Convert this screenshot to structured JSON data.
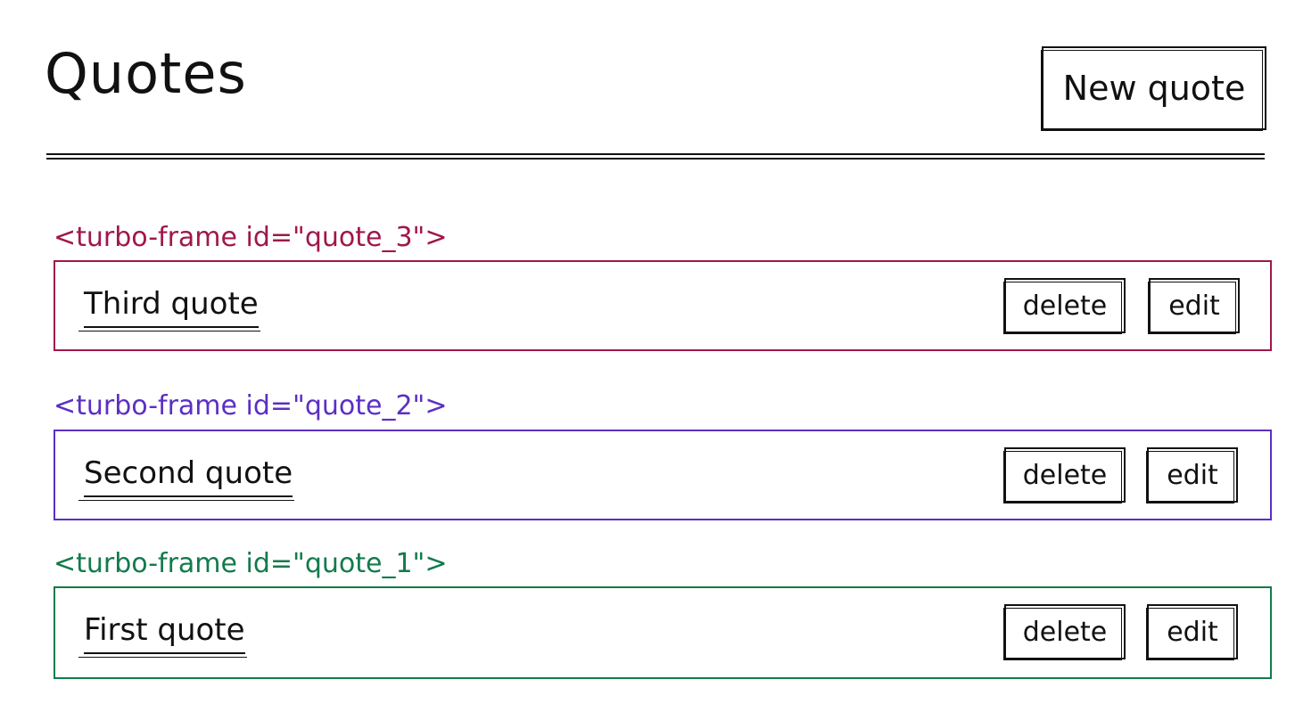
{
  "header": {
    "title": "Quotes",
    "new_quote_label": "New quote"
  },
  "frames": [
    {
      "label": "<turbo-frame id=\"quote_3\">",
      "color": "#a0174b",
      "quote": "Third quote",
      "delete_label": "delete",
      "edit_label": "edit"
    },
    {
      "label": "<turbo-frame id=\"quote_2\">",
      "color": "#5b2fc4",
      "quote": "Second quote",
      "delete_label": "delete",
      "edit_label": "edit"
    },
    {
      "label": "<turbo-frame id=\"quote_1\">",
      "color": "#137a4c",
      "quote": "First quote",
      "delete_label": "delete",
      "edit_label": "edit"
    }
  ]
}
